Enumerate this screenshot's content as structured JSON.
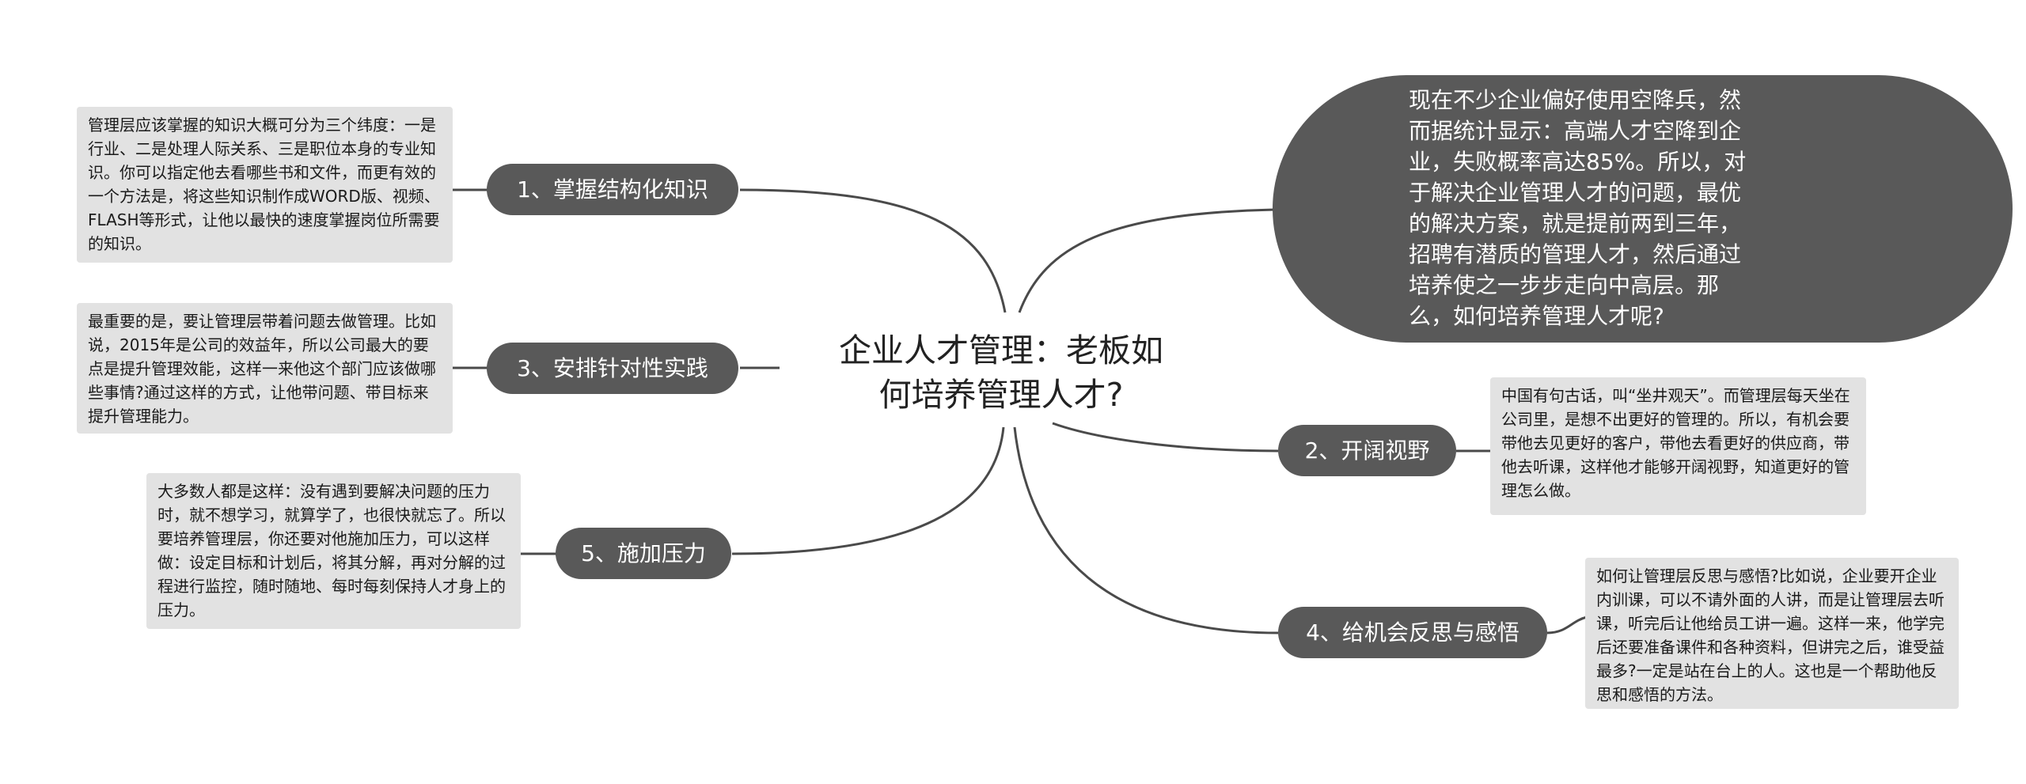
{
  "central_topic": "企业人才管理：老板如何培养管理人才?",
  "summary": "现在不少企业偏好使用空降兵，然而据统计显示：高端人才空降到企业，失败概率高达85%。所以，对于解决企业管理人才的问题，最优的解决方案，就是提前两到三年，招聘有潜质的管理人才，然后通过培养使之一步步走向中高层。那么，如何培养管理人才呢?",
  "branches": [
    {
      "label": "1、掌握结构化知识",
      "note": "管理层应该掌握的知识大概可分为三个纬度：一是行业、二是处理人际关系、三是职位本身的专业知识。你可以指定他去看哪些书和文件，而更有效的一个方法是，将这些知识制作成WORD版、视频、FLASH等形式，让他以最快的速度掌握岗位所需要的知识。"
    },
    {
      "label": "3、安排针对性实践",
      "note": "最重要的是，要让管理层带着问题去做管理。比如说，2015年是公司的效益年，所以公司最大的要点是提升管理效能，这样一来他这个部门应该做哪些事情?通过这样的方式，让他带问题、带目标来提升管理能力。"
    },
    {
      "label": "5、施加压力",
      "note": "大多数人都是这样：没有遇到要解决问题的压力时，就不想学习，就算学了，也很快就忘了。所以要培养管理层，你还要对他施加压力，可以这样做：设定目标和计划后，将其分解，再对分解的过程进行监控，随时随地、每时每刻保持人才身上的压力。"
    },
    {
      "label": "2、开阔视野",
      "note": "中国有句古话，叫“坐井观天”。而管理层每天坐在公司里，是想不出更好的管理的。所以，有机会要带他去见更好的客户，带他去看更好的供应商，带他去听课，这样他才能够开阔视野，知道更好的管理怎么做。"
    },
    {
      "label": "4、给机会反思与感悟",
      "note": "如何让管理层反思与感悟?比如说，企业要开企业内训课，可以不请外面的人讲，而是让管理层去听课，听完后让他给员工讲一遍。这样一来，他学完后还要准备课件和各种资料，但讲完之后，谁受益最多?一定是站在台上的人。这也是一个帮助他反思和感悟的方法。"
    }
  ],
  "colors": {
    "topic_fill": "#595959",
    "note_fill": "#e2e2e2",
    "connector": "#4a4a4a",
    "central_text": "#222222"
  }
}
